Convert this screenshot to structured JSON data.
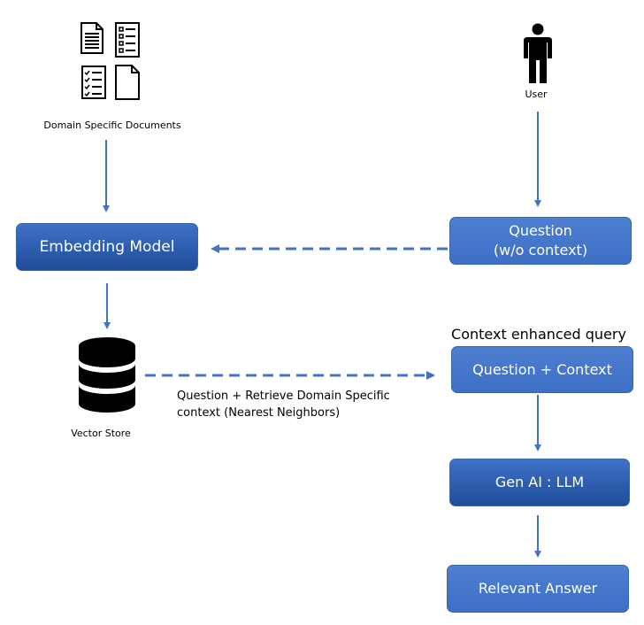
{
  "documents": {
    "label": "Domain Specific Documents",
    "icons": [
      "document-lines-icon",
      "checklist-boxes-icon",
      "checklist-checked-icon",
      "blank-document-icon"
    ]
  },
  "user": {
    "label": "User",
    "icon": "person-icon"
  },
  "nodes": {
    "embedding_model": "Embedding Model",
    "question_line1": "Question",
    "question_line2": "(w/o context)",
    "context_enhanced_caption": "Context enhanced query",
    "question_context": "Question + Context",
    "gen_ai": "Gen AI : LLM",
    "relevant_answer": "Relevant Answer"
  },
  "vector_store": {
    "label": "Vector Store",
    "icon": "database-icon"
  },
  "retrieve_label": {
    "line1": "Question + Retrieve Domain Specific",
    "line2": "context (Nearest Neighbors)"
  },
  "colors": {
    "box_blue": "#4472c4",
    "box_dark": "#2a5aa8",
    "arrow": "#4472c4"
  }
}
